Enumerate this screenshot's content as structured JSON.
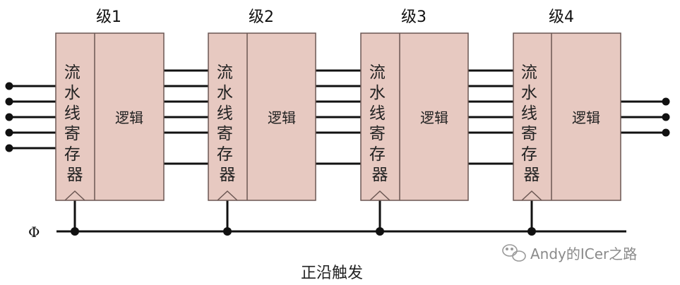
{
  "stages": [
    {
      "label": "级1",
      "register_text": "流水线寄存器",
      "logic_text": "逻辑"
    },
    {
      "label": "级2",
      "register_text": "流水线寄存器",
      "logic_text": "逻辑"
    },
    {
      "label": "级3",
      "register_text": "流水线寄存器",
      "logic_text": "逻辑"
    },
    {
      "label": "级4",
      "register_text": "流水线寄存器",
      "logic_text": "逻辑"
    }
  ],
  "clock_label": "Φ",
  "caption": "正沿触发",
  "watermark": "Andy的ICer之路",
  "colors": {
    "block_fill": "#e7c9c1",
    "line": "#111111"
  }
}
